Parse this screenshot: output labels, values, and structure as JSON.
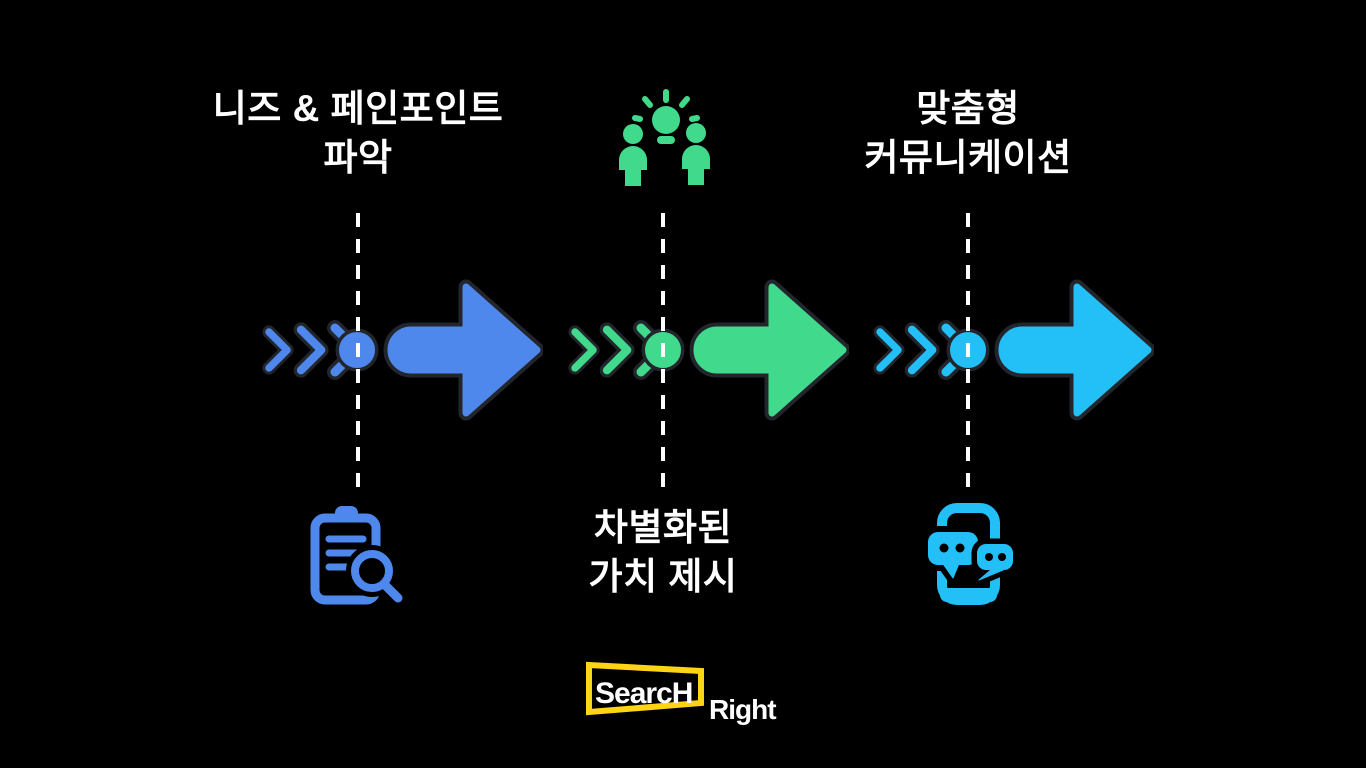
{
  "steps": [
    {
      "label_line1": "니즈 & 페인포인트",
      "label_line2": "파악",
      "label_position": "top",
      "icon": "clipboard-search-icon",
      "icon_position": "bottom",
      "color": "#4f88ed"
    },
    {
      "label_line1": "차별화된",
      "label_line2": "가치 제시",
      "label_position": "bottom",
      "icon": "team-idea-icon",
      "icon_position": "top",
      "color": "#41d98b"
    },
    {
      "label_line1": "맞춤형",
      "label_line2": "커뮤니케이션",
      "label_position": "top",
      "icon": "phone-chat-icon",
      "icon_position": "bottom",
      "color": "#22c0f7"
    }
  ],
  "logo": {
    "part1": "SearcH",
    "part2": "Right"
  },
  "colors": {
    "background": "#000000",
    "text": "#ffffff",
    "dash": "#ffffff",
    "outline": "#22262c",
    "blue": "#4f88ed",
    "green": "#41d98b",
    "cyan": "#22c0f7",
    "logo_yellow": "#ffd415",
    "logo_text": "#ffffff"
  }
}
